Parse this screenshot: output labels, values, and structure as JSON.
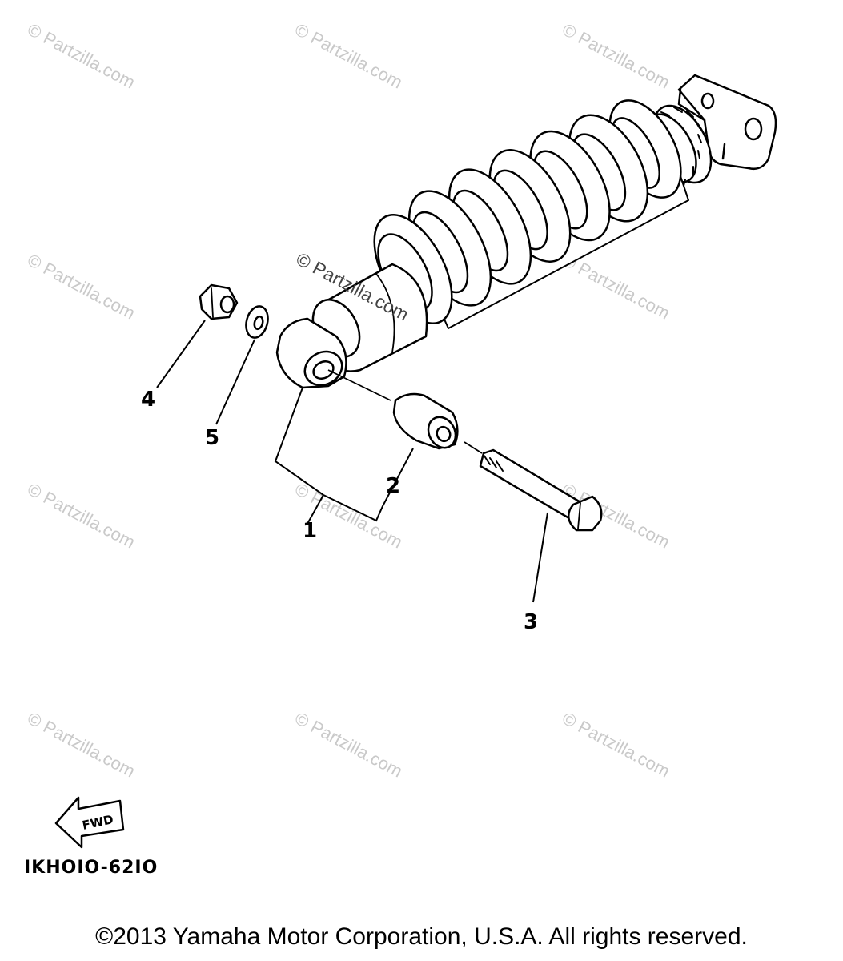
{
  "watermark": {
    "text": "© Partzilla.com",
    "color": "#c9c9c9"
  },
  "callouts": {
    "part_1": "1",
    "part_2": "2",
    "part_3": "3",
    "part_4": "4",
    "part_5": "5"
  },
  "direction_badge": "FWD",
  "diagram_code": "IKHOIO-62IO",
  "copyright": "©2013  Yamaha Motor Corporation, U.S.A. All rights reserved."
}
